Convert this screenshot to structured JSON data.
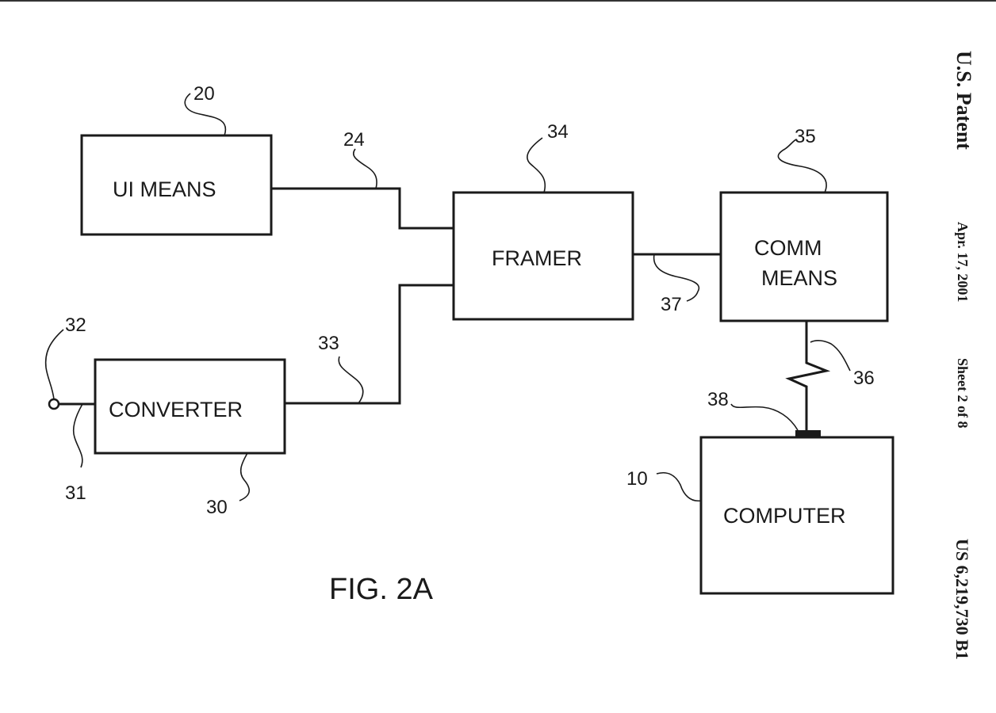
{
  "header": {
    "patent": "U.S. Patent",
    "date": "Apr. 17, 2001",
    "sheet": "Sheet 2 of 8",
    "number": "US 6,219,730 B1"
  },
  "figure": {
    "label": "FIG. 2A"
  },
  "blocks": {
    "ui_means": "UI MEANS",
    "framer": "FRAMER",
    "comm_means_line1": "COMM",
    "comm_means_line2": "MEANS",
    "converter": "CONVERTER",
    "computer": "COMPUTER"
  },
  "refs": {
    "r20": "20",
    "r24": "24",
    "r34": "34",
    "r35": "35",
    "r37": "37",
    "r32": "32",
    "r33": "33",
    "r36": "36",
    "r38": "38",
    "r31": "31",
    "r30": "30",
    "r10": "10"
  }
}
